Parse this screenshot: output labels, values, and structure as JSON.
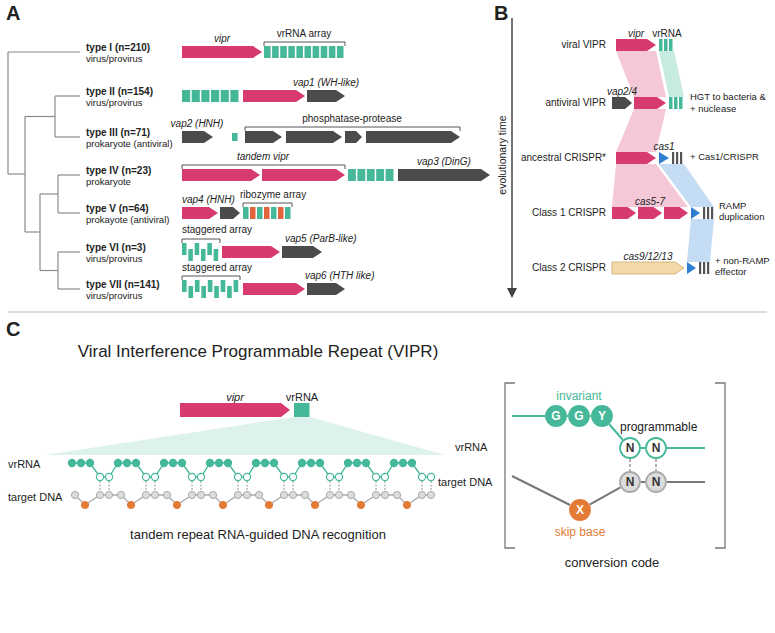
{
  "diagram": {
    "nodes": [
      {
        "text": [
          "G"
        ]
      },
      {
        "text": [
          "G"
        ]
      },
      {
        "text": [
          "Y"
        ]
      },
      {
        "text": [
          "N"
        ]
      },
      {
        "text": [
          "N"
        ]
      },
      {
        "text": [
          "X"
        ]
      },
      {
        "text": [
          "N"
        ]
      },
      {
        "text": [
          "N"
        ]
      }
    ],
    "edges": [
      {
        "from": 0,
        "to": 1,
        "arrow": "none"
      },
      {
        "from": 1,
        "to": 2,
        "arrow": "none"
      },
      {
        "from": 2,
        "to": 3,
        "arrow": "none"
      },
      {
        "from": 3,
        "to": 4,
        "arrow": "none"
      },
      {
        "from": 3,
        "to": 6,
        "arrow": "none"
      },
      {
        "from": 4,
        "to": 7,
        "arrow": "none"
      },
      {
        "from": 5,
        "to": 6,
        "arrow": "none"
      },
      {
        "from": 6,
        "to": 7,
        "arrow": "none"
      }
    ],
    "labels": [
      "A",
      "type I (n=210)",
      "virus/provirus",
      "type II (n=154)",
      "virus/provirus",
      "type III (n=71)",
      "prokaryote (antiviral)",
      "type IV (n=23)",
      "prokaryote",
      "type V (n=64)",
      "prokayote (antiviral)",
      "type VI (n=3)",
      "virus/provirus",
      "type VII (n=141)",
      "virus/provirus",
      "vipr",
      "vrRNA array",
      "vap1 (WH-like)",
      "vap2 (HNH)",
      "phosphatase-protease",
      "tandem vipr",
      "vap3 (DinG)",
      "vap4 (HNH)",
      "ribozyme array",
      "staggered array",
      "vap5 (ParB-like)",
      "staggered array",
      "vap6 (HTH like)",
      "B",
      "evolutionary time",
      "vipr",
      "vrRNA",
      "viral VIPR",
      "vap2/4",
      "antiviral VIPR",
      "HGT to bacteria &",
      "+ nuclease",
      "cas1",
      "ancestral CRISPR*",
      "+ Cas1/CRISPR",
      "cas5-7",
      "Class 1 CRISPR",
      "RAMP duplication",
      "cas9/12/13",
      "Class 2 CRISPR",
      "+ non-RAMP effector",
      "C",
      "Viral Interference Programmable Repeat (VIPR)",
      "vipr",
      "vrRNA",
      "vrRNA",
      "target DNA",
      "tandem repeat RNA-guided DNA recognition",
      "invariant",
      "programmable",
      "vrRNA",
      "target DNA",
      "skip base",
      "conversion code"
    ]
  }
}
